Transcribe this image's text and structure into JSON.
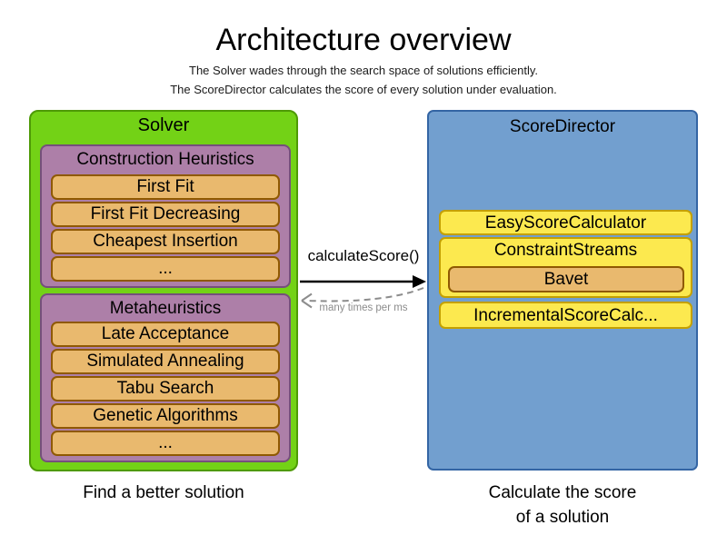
{
  "header": {
    "title": "Architecture overview",
    "subtitle1": "The Solver wades through the search space of solutions efficiently.",
    "subtitle2": "The ScoreDirector calculates the score of every solution under evaluation."
  },
  "solver": {
    "title": "Solver",
    "caption": "Find a better solution",
    "groups": [
      {
        "title": "Construction Heuristics",
        "items": [
          "First Fit",
          "First Fit Decreasing",
          "Cheapest Insertion",
          "..."
        ]
      },
      {
        "title": "Metaheuristics",
        "items": [
          "Late Acceptance",
          "Simulated Annealing",
          "Tabu Search",
          "Genetic Algorithms",
          "..."
        ]
      }
    ]
  },
  "score_director": {
    "title": "ScoreDirector",
    "caption_line1": "Calculate the score",
    "caption_line2": "of a solution",
    "calculators": [
      {
        "label": "EasyScoreCalculator"
      },
      {
        "label": "ConstraintStreams",
        "sub_items": [
          "Bavet"
        ]
      },
      {
        "label": "IncrementalScoreCalc..."
      }
    ]
  },
  "interaction": {
    "call_label": "calculateScore()",
    "frequency_label": "many times per ms"
  },
  "colors": {
    "solver_fill": "#73d216",
    "solver_border": "#4e9a06",
    "group_fill": "#ad7fa8",
    "group_border": "#75507b",
    "item_fill": "#e9b96e",
    "item_border": "#8f5902",
    "sd_fill": "#729fcf",
    "sd_border": "#3465a4",
    "calc_fill": "#fce94f",
    "calc_border": "#c4a000",
    "arrow_color": "#000000",
    "return_color": "#8c8c8c",
    "text_color": "#000000"
  }
}
